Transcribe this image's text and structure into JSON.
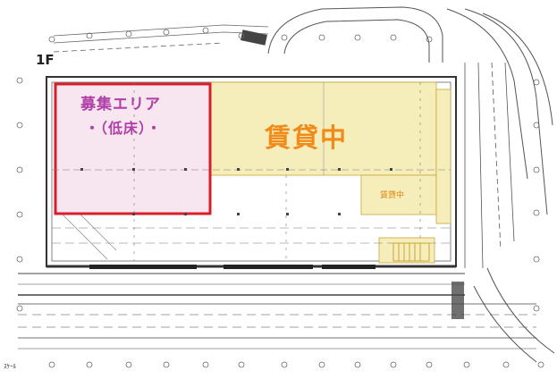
{
  "floor_label": "1F",
  "recruit_area": {
    "title": "募集エリア",
    "subtitle": "・（低床）・"
  },
  "leased_area": {
    "label": "賃貸中",
    "label_small": "賃貸中"
  },
  "scale_note": "ｽｹｰﾙ",
  "colors": {
    "recruit_fill": "#f7e6ef",
    "recruit_border": "#d81e2a",
    "recruit_text": "#b040a8",
    "leased_fill": "#f6eeba",
    "leased_text": "#f08a1a",
    "lines": "#333333"
  }
}
